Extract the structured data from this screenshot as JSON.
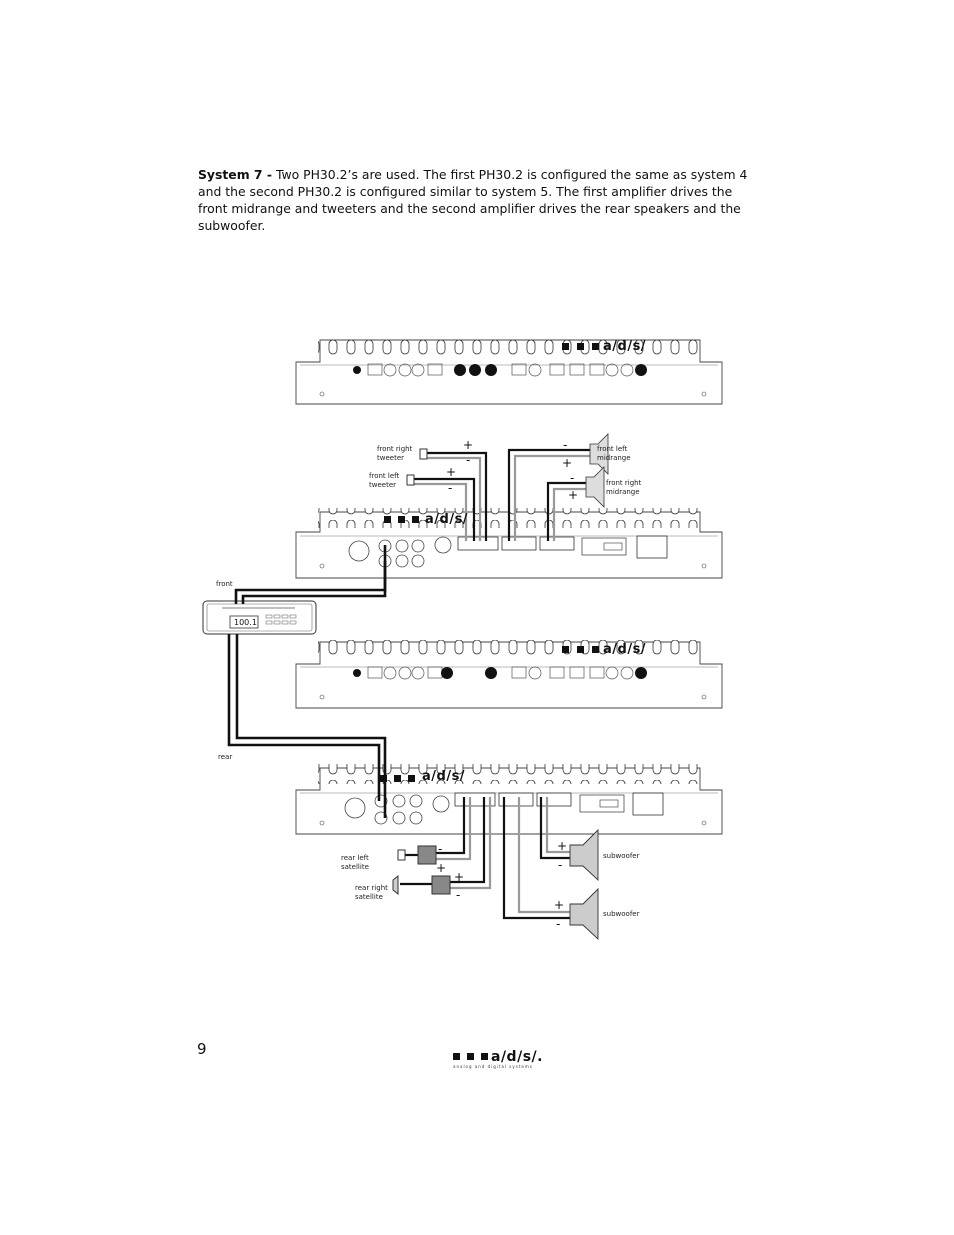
{
  "intro": {
    "lead": "System 7 -",
    "body": "Two PH30.2’s are used. The first PH30.2 is configured the same as system 4 and the second PH30.2 is configured similar to system 5. The first amplifier drives the front midrange and tweeters and the second amplifier drives the rear speakers and the subwoofer."
  },
  "brand": "a/d/s/",
  "brand_footer": "a/d/s/.",
  "brand_tagline": "analog and digital systems",
  "head_unit_display": "100.1",
  "labels": {
    "front_right_tweeter": [
      "front right",
      "tweeter"
    ],
    "front_left_tweeter": [
      "front left",
      "tweeter"
    ],
    "front_left_midrange": [
      "front left",
      "midrange"
    ],
    "front_right_midrange": [
      "front right",
      "midrange"
    ],
    "front": "front",
    "rear": "rear",
    "rear_left_satellite": [
      "rear left",
      "satellite"
    ],
    "rear_right_satellite": [
      "rear right",
      "satellite"
    ],
    "subwoofer_1": "subwoofer",
    "subwoofer_2": "subwoofer"
  },
  "page_number": "9"
}
